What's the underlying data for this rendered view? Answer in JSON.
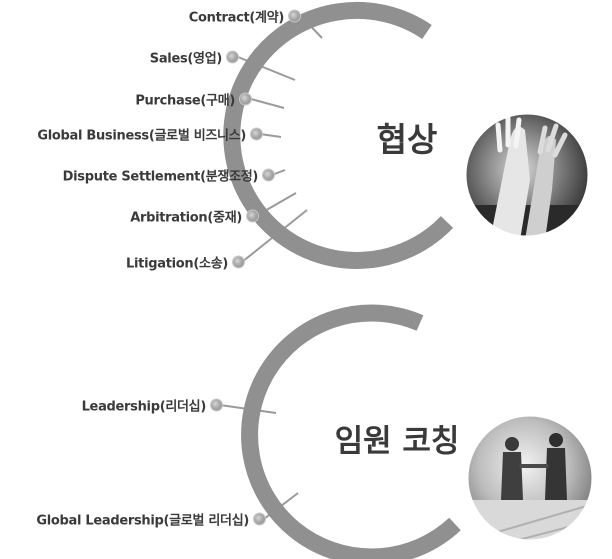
{
  "sections": [
    {
      "title": "협상",
      "items": [
        {
          "label": "Contract(계약)"
        },
        {
          "label": "Sales(영업)"
        },
        {
          "label": "Purchase(구매)"
        },
        {
          "label": "Global Business(글로벌 비즈니스)"
        },
        {
          "label": "Dispute Settlement(분쟁조정)"
        },
        {
          "label": "Arbitration(중재)"
        },
        {
          "label": "Litigation(소송)"
        }
      ],
      "photo_icon": "high-five-hands-photo"
    },
    {
      "title": "임원 코칭",
      "items": [
        {
          "label": "Leadership(리더십)"
        },
        {
          "label": "Global Leadership(글로벌 리더십)"
        }
      ],
      "photo_icon": "business-handshake-photo"
    }
  ],
  "colors": {
    "arc": "#909090",
    "connector": "#9a9a9a",
    "text": "#3a3a3a",
    "dot": "#a9a9a9"
  }
}
